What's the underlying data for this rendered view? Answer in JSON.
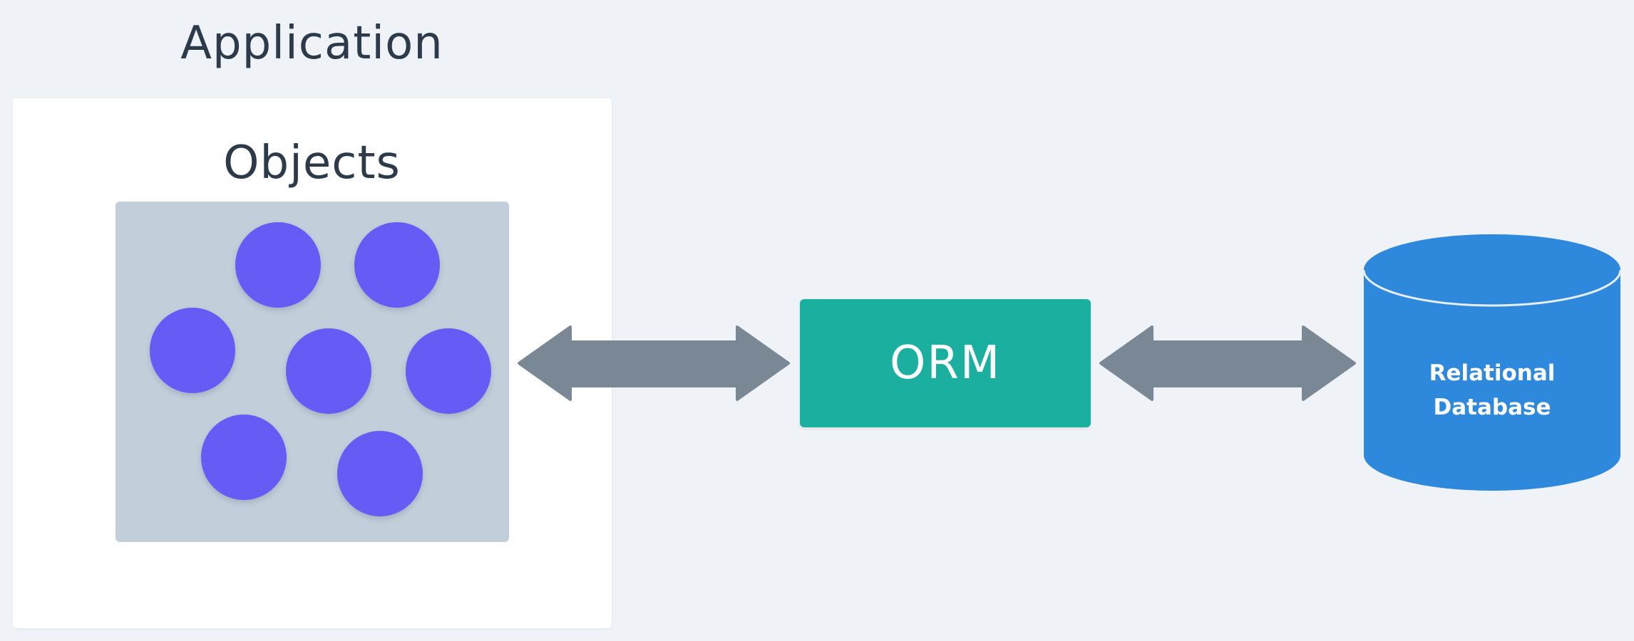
{
  "application": {
    "title": "Application"
  },
  "objects": {
    "title": "Objects",
    "count": 7
  },
  "orm": {
    "label": "ORM"
  },
  "database": {
    "label_line1": "Relational",
    "label_line2": "Database"
  },
  "colors": {
    "background": "#eff3f7",
    "object": "#665bf5",
    "objects_box": "#c2cfda",
    "orm": "#1bafa0",
    "database": "#2e88db",
    "arrow": "#7a8896",
    "title_text": "#2c3a4a"
  }
}
